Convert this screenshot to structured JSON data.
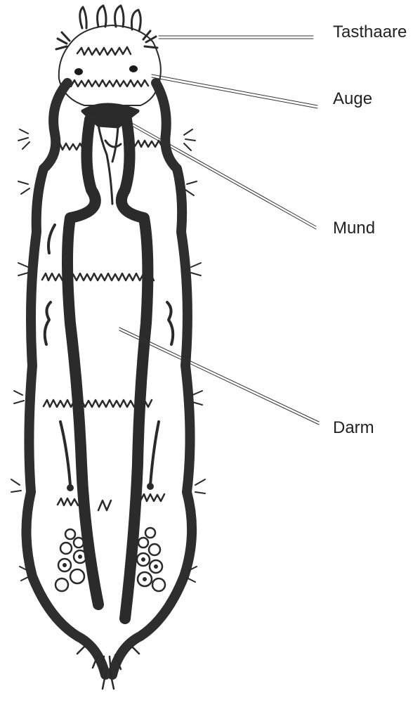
{
  "labels": {
    "tasthaare": "Tasthaare",
    "auge": "Auge",
    "mund": "Mund",
    "darm": "Darm"
  },
  "colors": {
    "ink": "#2a2a2a",
    "background": "#ffffff"
  }
}
